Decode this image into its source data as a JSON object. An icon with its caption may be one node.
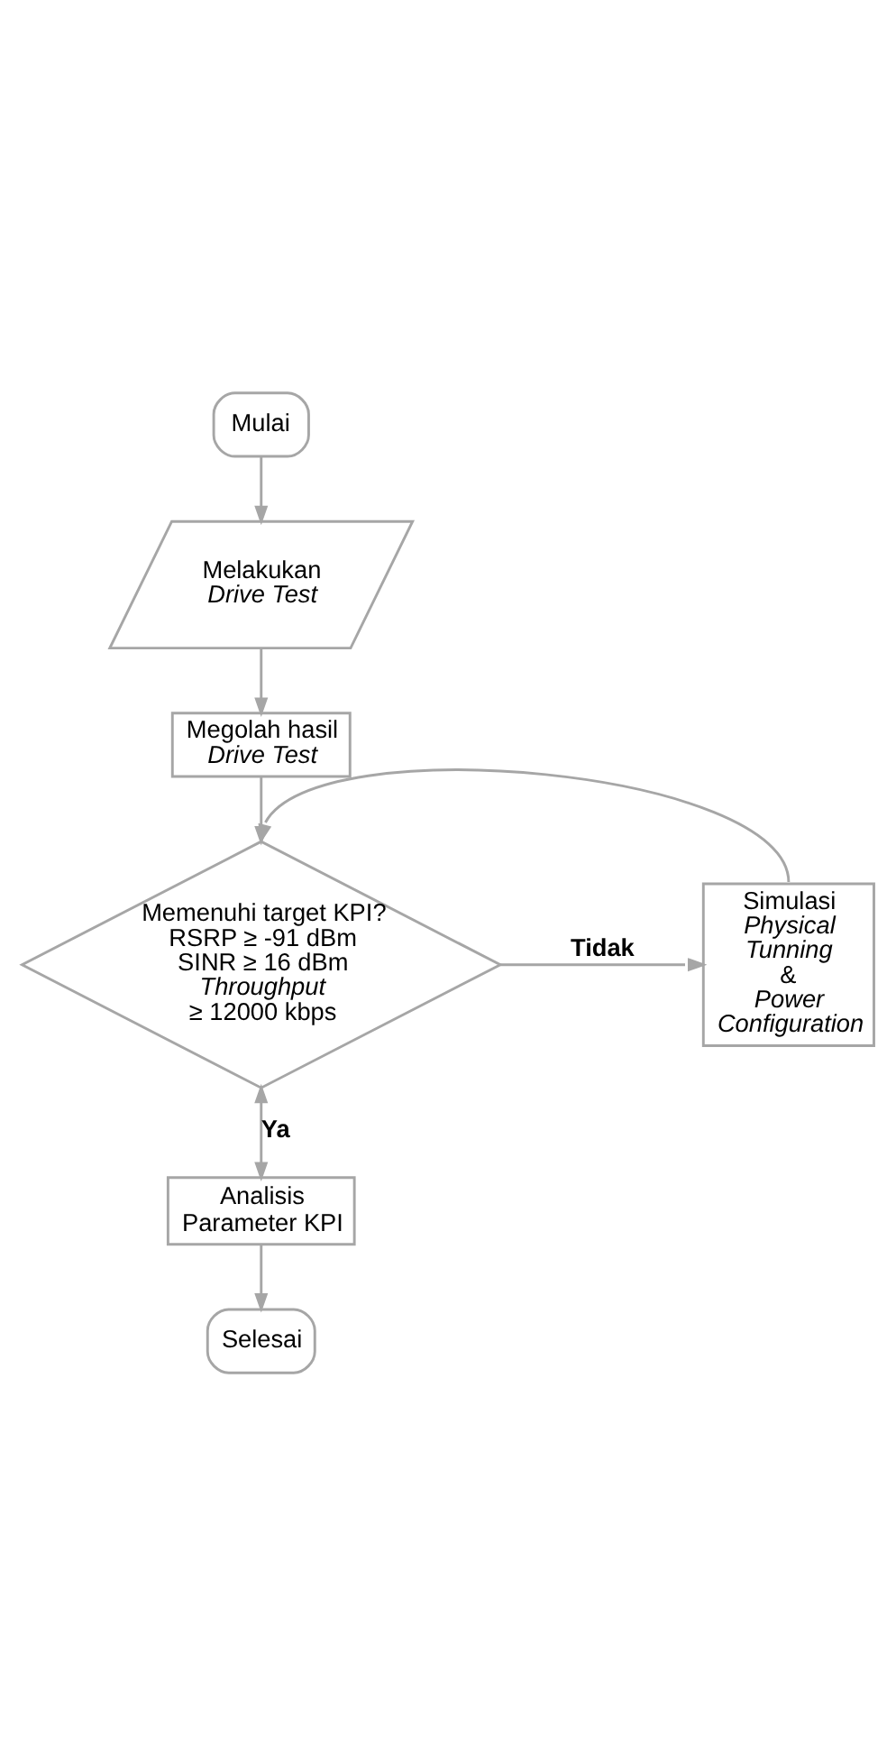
{
  "diagram": {
    "nodes": [
      {
        "text": [
          "Mulai"
        ]
      },
      {
        "text": [
          "Melakukan *Drive Test*"
        ]
      },
      {
        "text": [
          "Megolah hasil *Drive Test*"
        ]
      },
      {
        "text": [
          "Memenuhi target KPI?",
          "RSRP ≥ -91 dBm",
          "SINR ≥ 16 dBm",
          "*Throughput* ≥ 12000 kbps"
        ]
      },
      {
        "text": [
          "Simulasi *Physical Tunning* & *Power Configuration*"
        ]
      },
      {
        "text": [
          "Analisis Parameter KPI"
        ]
      },
      {
        "text": [
          "Selesai"
        ]
      }
    ],
    "edges": [
      {
        "from": 0,
        "to": 1,
        "arrow": "to"
      },
      {
        "from": 1,
        "to": 2,
        "arrow": "to"
      },
      {
        "from": 2,
        "to": 3,
        "arrow": "to"
      },
      {
        "from": 3,
        "to": 4,
        "arrow": "to",
        "label": "Tidak"
      },
      {
        "from": 4,
        "to": 3,
        "arrow": "to"
      },
      {
        "from": 3,
        "to": 5,
        "arrow": "both",
        "label": "Ya"
      },
      {
        "from": 5,
        "to": 6,
        "arrow": "to"
      }
    ]
  }
}
